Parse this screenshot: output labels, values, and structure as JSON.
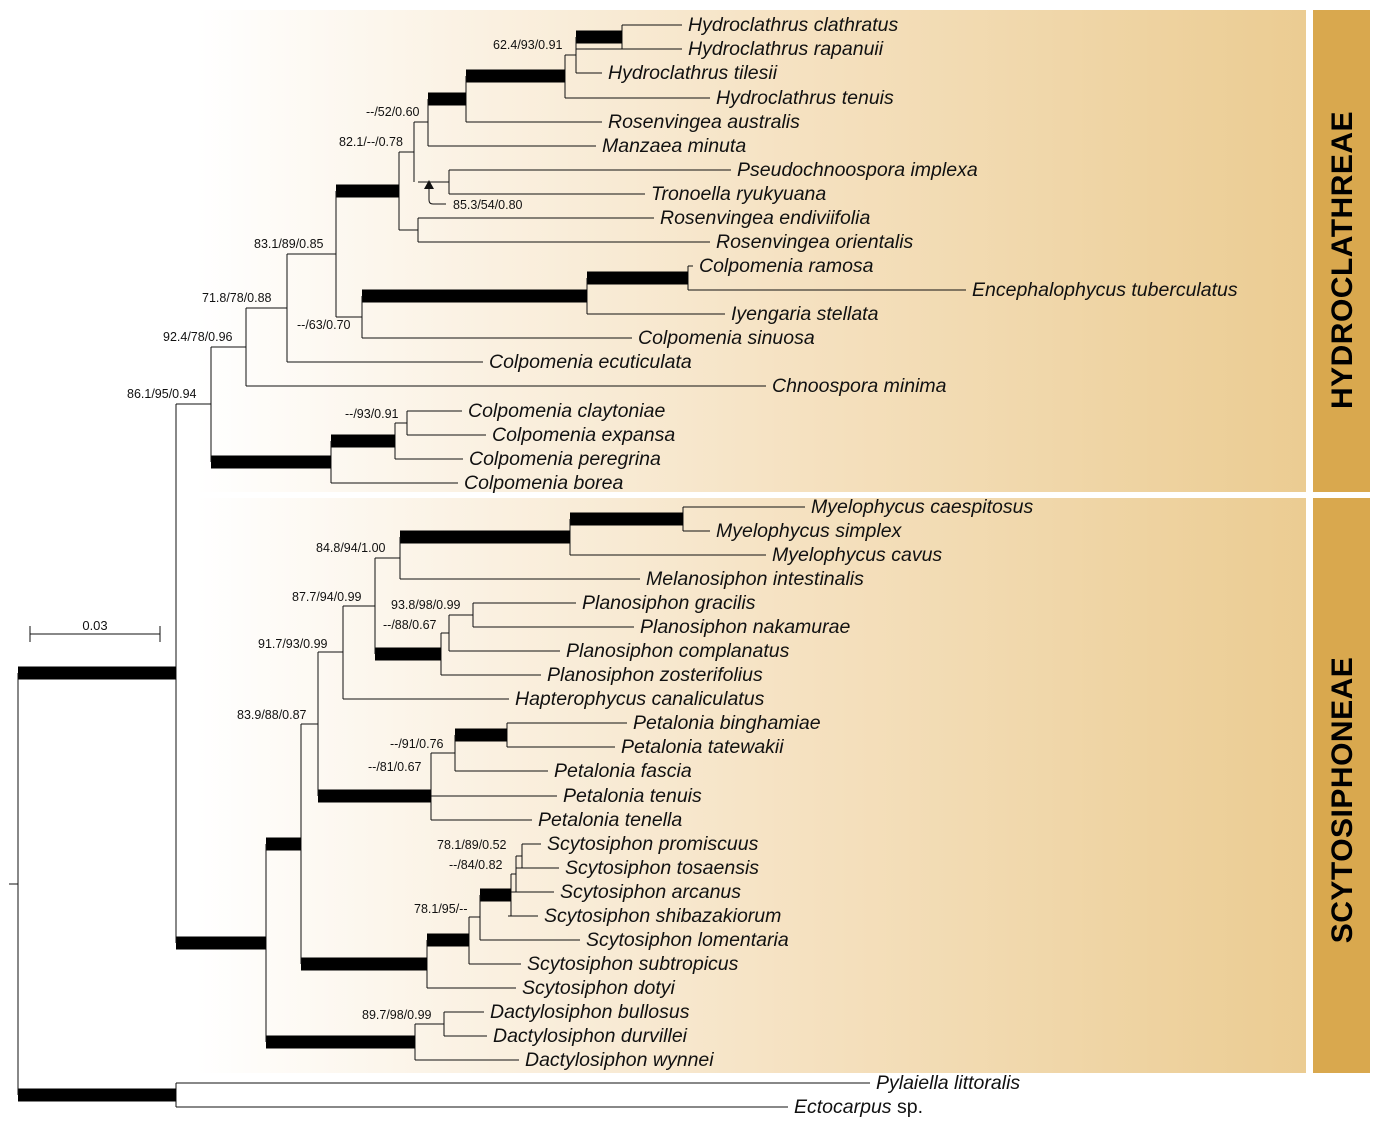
{
  "tribes": [
    {
      "name": "HYDROCLATHREAE",
      "color": "#d9a84e"
    },
    {
      "name": "SCYTOSIPHONEAE",
      "color": "#d9a84e"
    }
  ],
  "scale_bar": {
    "label": "0.03"
  },
  "taxa": {
    "hclath": {
      "genus": "Hydroclathrus",
      "epithet": "clathratus"
    },
    "hrapa": {
      "genus": "Hydroclathrus",
      "epithet": "rapanuii"
    },
    "htile": {
      "genus": "Hydroclathrus",
      "epithet": "tilesii"
    },
    "hten": {
      "genus": "Hydroclathrus",
      "epithet": "tenuis"
    },
    "raus": {
      "genus": "Rosenvingea",
      "epithet": "australis"
    },
    "mmin": {
      "genus": "Manzaea",
      "epithet": "minuta"
    },
    "pimp": {
      "genus": "Pseudochnoospora",
      "epithet": "implexa"
    },
    "tryu": {
      "genus": "Tronoella",
      "epithet": "ryukyuana"
    },
    "rend": {
      "genus": "Rosenvingea",
      "epithet": "endiviifolia"
    },
    "rori": {
      "genus": "Rosenvingea",
      "epithet": "orientalis"
    },
    "cram": {
      "genus": "Colpomenia",
      "epithet": "ramosa"
    },
    "etub": {
      "genus": "Encephalophycus",
      "epithet": "tuberculatus"
    },
    "iste": {
      "genus": "Iyengaria",
      "epithet": "stellata"
    },
    "csin": {
      "genus": "Colpomenia",
      "epithet": "sinuosa"
    },
    "cecu": {
      "genus": "Colpomenia",
      "epithet": "ecuticulata"
    },
    "chmin": {
      "genus": "Chnoospora",
      "epithet": "minima"
    },
    "ccla": {
      "genus": "Colpomenia",
      "epithet": "claytoniae"
    },
    "cexp": {
      "genus": "Colpomenia",
      "epithet": "expansa"
    },
    "cper": {
      "genus": "Colpomenia",
      "epithet": "peregrina"
    },
    "cbor": {
      "genus": "Colpomenia",
      "epithet": "borea"
    },
    "mcae": {
      "genus": "Myelophycus",
      "epithet": "caespitosus"
    },
    "msim": {
      "genus": "Myelophycus",
      "epithet": "simplex"
    },
    "mcav": {
      "genus": "Myelophycus",
      "epithet": "cavus"
    },
    "mint": {
      "genus": "Melanosiphon",
      "epithet": "intestinalis"
    },
    "pgra": {
      "genus": "Planosiphon",
      "epithet": "gracilis"
    },
    "pnak": {
      "genus": "Planosiphon",
      "epithet": "nakamurae"
    },
    "pcom": {
      "genus": "Planosiphon",
      "epithet": "complanatus"
    },
    "pzos": {
      "genus": "Planosiphon",
      "epithet": "zosterifolius"
    },
    "hcan": {
      "genus": "Hapterophycus",
      "epithet": "canaliculatus"
    },
    "pbin": {
      "genus": "Petalonia",
      "epithet": "binghamiae"
    },
    "ptat": {
      "genus": "Petalonia",
      "epithet": "tatewakii"
    },
    "pfas": {
      "genus": "Petalonia",
      "epithet": "fascia"
    },
    "pten": {
      "genus": "Petalonia",
      "epithet": "tenuis"
    },
    "ptel": {
      "genus": "Petalonia",
      "epithet": "tenella"
    },
    "spro": {
      "genus": "Scytosiphon",
      "epithet": "promiscuus"
    },
    "stos": {
      "genus": "Scytosiphon",
      "epithet": "tosaensis"
    },
    "sarc": {
      "genus": "Scytosiphon",
      "epithet": "arcanus"
    },
    "sshi": {
      "genus": "Scytosiphon",
      "epithet": "shibazakiorum"
    },
    "slom": {
      "genus": "Scytosiphon",
      "epithet": "lomentaria"
    },
    "ssub": {
      "genus": "Scytosiphon",
      "epithet": "subtropicus"
    },
    "sdot": {
      "genus": "Scytosiphon",
      "epithet": "dotyi"
    },
    "dbul": {
      "genus": "Dactylosiphon",
      "epithet": "bullosus"
    },
    "ddur": {
      "genus": "Dactylosiphon",
      "epithet": "durvillei"
    },
    "dwyn": {
      "genus": "Dactylosiphon",
      "epithet": "wynnei"
    },
    "plit": {
      "genus": "Pylaiella",
      "epithet": "littoralis"
    },
    "ecto": {
      "genus": "Ectocarpus",
      "epithet": "sp."
    }
  },
  "support": {
    "hydro_core": "62.4/93/0.91",
    "hydro_rosen": "--/52/0.60",
    "hydro_manz": "82.1/--/0.78",
    "pseudo_trono": "85.3/54/0.80",
    "hydro_big": "83.1/89/0.85",
    "colp_iyeng": "--/63/0.70",
    "hydro_ecut": "71.8/78/0.88",
    "hydro_chno": "92.4/78/0.96",
    "hydroclathreae": "86.1/95/0.94",
    "colp_clay": "--/93/0.91",
    "myelo_mel": "84.8/94/1.00",
    "myelo_plano": "87.7/94/0.99",
    "plano_core": "93.8/98/0.99",
    "plano_comp": "--/88/0.67",
    "hapt": "91.7/93/0.99",
    "petal_bing": "--/91/0.76",
    "petal_core": "--/81/0.67",
    "scyto_a": "83.9/88/0.87",
    "scyto_promi": "78.1/89/0.52",
    "scyto_tosa": "--/84/0.82",
    "scyto_shib": "78.1/95/--",
    "dactylo": "89.7/98/0.99"
  }
}
